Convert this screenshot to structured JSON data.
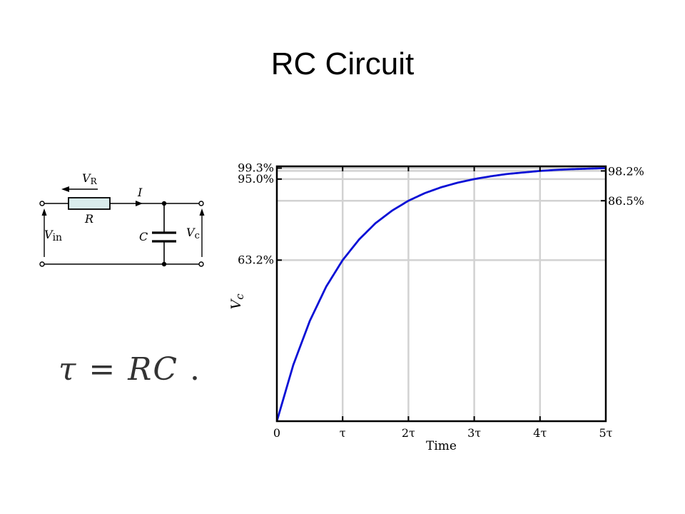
{
  "slide": {
    "title": "RC Circuit"
  },
  "circuit": {
    "vr_main": "V",
    "vr_sub": "R",
    "current_label": "I",
    "resistor_label": "R",
    "vin_main": "V",
    "vin_sub": "in",
    "capacitor_label": "C",
    "vc_main": "V",
    "vc_sub": "c"
  },
  "formula": {
    "lhs": "τ",
    "eq": "=",
    "rhs": "RC",
    "dot": "."
  },
  "chart_data": {
    "type": "line",
    "title": "",
    "xlabel": "Time",
    "ylabel": "V",
    "ylabel_sub": "c",
    "xlim": [
      0,
      5
    ],
    "ylim": [
      0,
      100
    ],
    "x_ticks": [
      0,
      1,
      2,
      3,
      4,
      5
    ],
    "x_tick_labels": [
      "0",
      "τ",
      "2τ",
      "3τ",
      "4τ",
      "5τ"
    ],
    "y_ticks_left": [
      {
        "value": 99.3,
        "label": "99.3%"
      },
      {
        "value": 95.0,
        "label": "95.0%"
      },
      {
        "value": 63.2,
        "label": "63.2%"
      }
    ],
    "y_ticks_right": [
      {
        "value": 98.2,
        "label": "98.2%"
      },
      {
        "value": 86.5,
        "label": "86.5%"
      }
    ],
    "grid": true,
    "series": [
      {
        "color": "#0a10d6",
        "x": [
          0,
          0.25,
          0.5,
          0.75,
          1,
          1.25,
          1.5,
          1.75,
          2,
          2.25,
          2.5,
          2.75,
          3,
          3.25,
          3.5,
          3.75,
          4,
          4.25,
          4.5,
          4.75,
          5
        ],
        "y": [
          0,
          22.1,
          39.3,
          52.8,
          63.2,
          71.3,
          77.7,
          82.6,
          86.5,
          89.5,
          91.8,
          93.6,
          95.0,
          96.1,
          97.0,
          97.6,
          98.2,
          98.6,
          98.9,
          99.1,
          99.3
        ]
      }
    ]
  }
}
